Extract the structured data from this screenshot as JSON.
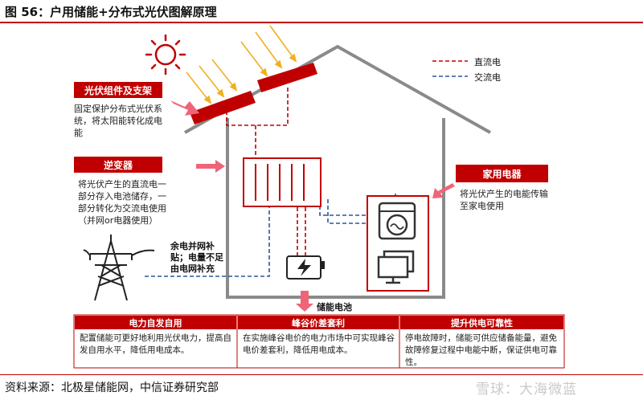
{
  "title": "图 56：户用储能+分布式光伏图解原理",
  "legend": {
    "dc_label": "直流电",
    "ac_label": "交流电",
    "dc_color": "#c00000",
    "ac_color": "#2f5597"
  },
  "pv": {
    "label": "光伏组件及支架",
    "desc": "固定保护分布式光伏系统，将太阳能转化成电能"
  },
  "inverter": {
    "label": "逆变器",
    "desc": "将光伏产生的直流电一部分存入电池储存，一部分转化为交流电使用（并网or电器使用）"
  },
  "appliance": {
    "label": "家用电器",
    "desc": "将光伏产生的电能传输至家电使用"
  },
  "grid_note": "余电并网补贴；电量不足由电网补充",
  "battery_label": "储能电池",
  "table": [
    {
      "head": "电力自发自用",
      "body": "配置储能可更好地利用光伏电力，提高自发自用水平，降低用电成本。"
    },
    {
      "head": "峰谷价差套利",
      "body": "在实施峰谷电价的电力市场中可实现峰谷电价差套利，降低用电成本。"
    },
    {
      "head": "提升供电可靠性",
      "body": "停电故障时，储能可供应储备能量，避免故障修复过程中电能中断，保证供电可靠性。"
    }
  ],
  "source": "资料来源：北极星储能网，中信证券研究部",
  "watermark": "雪球：大海微蓝",
  "accent_color": "#c00000",
  "icons": [
    "sun-icon",
    "solar-panel-icon",
    "inverter-icon",
    "battery-icon",
    "washing-machine-icon",
    "monitor-icon",
    "transmission-tower-icon"
  ]
}
